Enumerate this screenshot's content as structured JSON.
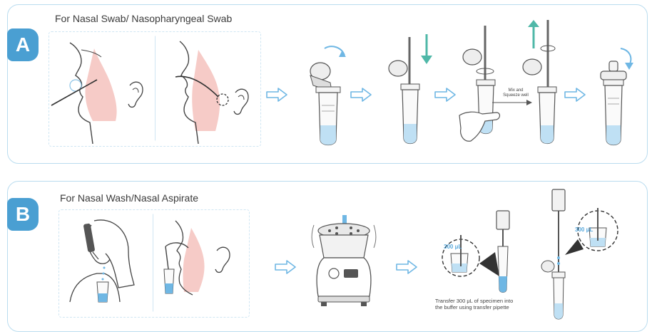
{
  "panel_a": {
    "badge": "A",
    "title": "For Nasal Swab/ Nasopharyngeal Swab",
    "mix_label": "Mix and Squeeze well"
  },
  "panel_b": {
    "badge": "B",
    "title": "For Nasal Wash/Nasal Aspirate",
    "volume_label_1": "300 μL",
    "volume_label_2": "300 μL",
    "transfer_note": "Transfer 300 μL of specimen into the buffer using transfer pipette"
  },
  "colors": {
    "accent": "#4a9fd2",
    "panel_border": "#b9dcef",
    "liquid": "#6fb7e4",
    "tissue": "#f4c2bd"
  }
}
